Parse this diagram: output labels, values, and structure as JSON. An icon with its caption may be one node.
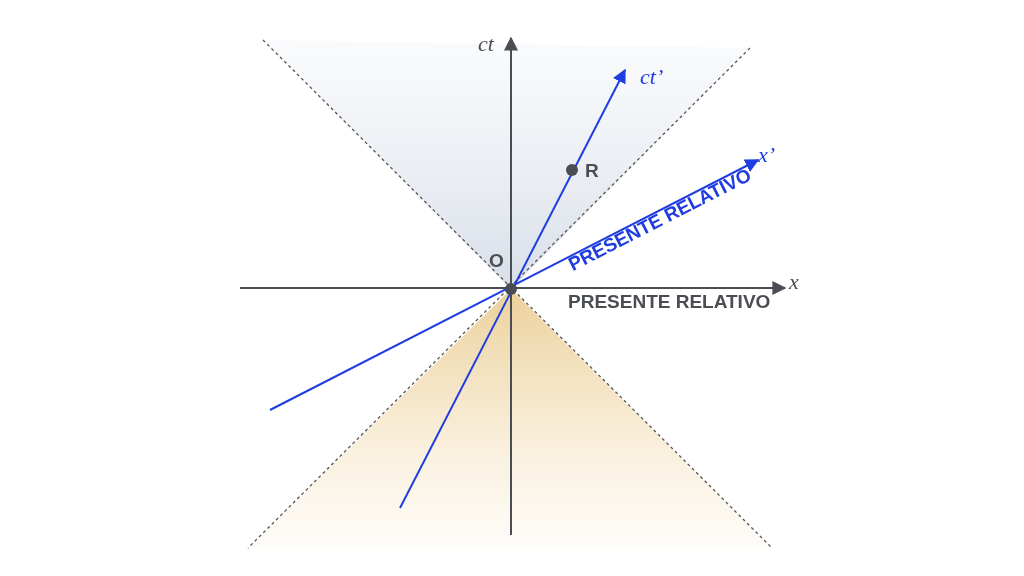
{
  "diagram": {
    "labels": [
      "ct",
      "ct’",
      "R",
      "x’",
      "PRESENTE RELATIVO",
      "O",
      "x",
      "PRESENTE RELATIVO"
    ]
  }
}
